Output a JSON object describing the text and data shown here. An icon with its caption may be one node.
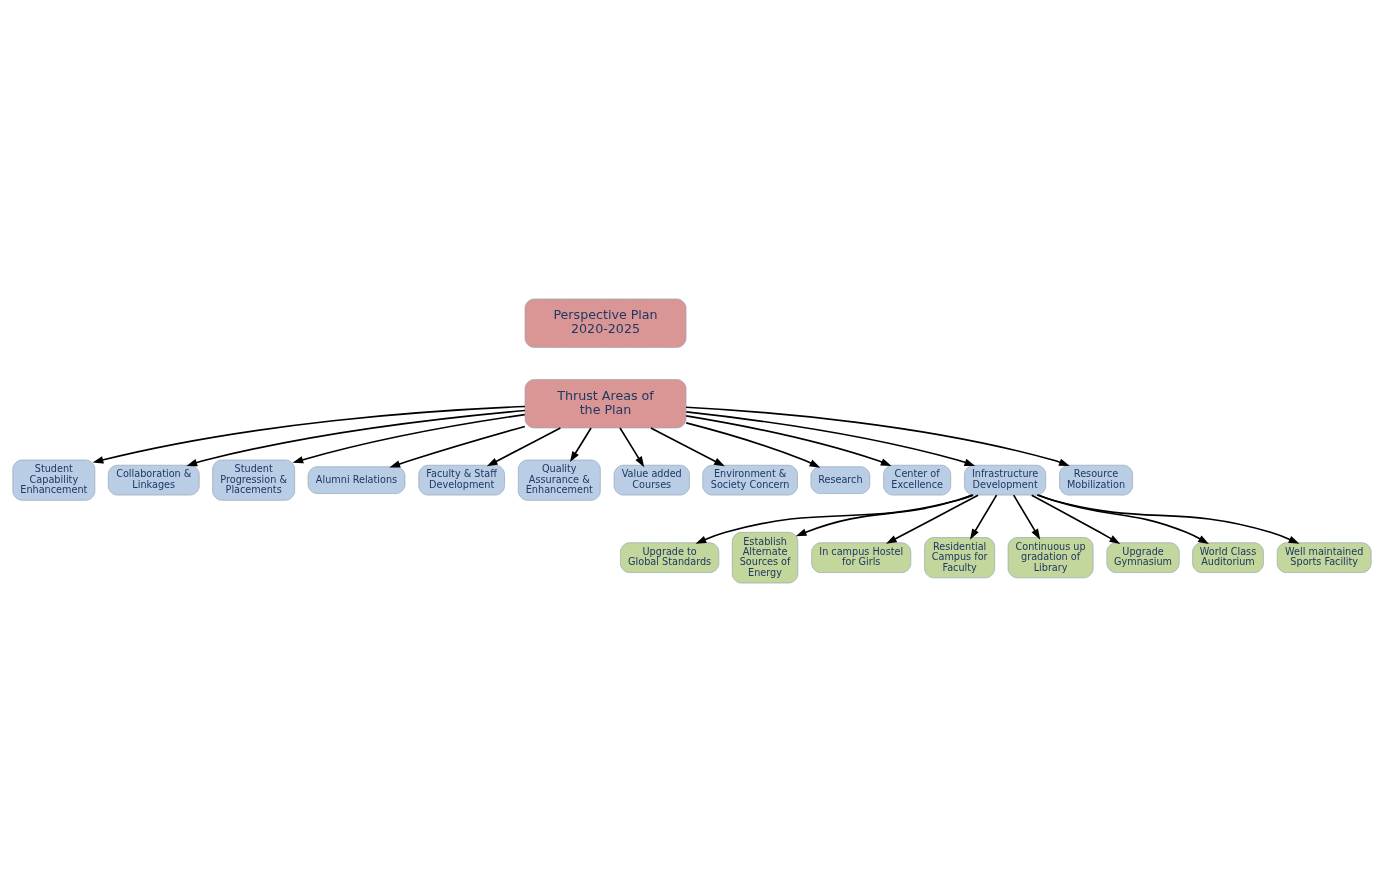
{
  "diagram": {
    "nodes": [
      {
        "text": [
          "Perspective Plan 2020-2025"
        ]
      },
      {
        "text": [
          "Thrust Areas of the Plan"
        ]
      },
      {
        "text": [
          "Student Capability Enhancement"
        ]
      },
      {
        "text": [
          "Collaboration & Linkages"
        ]
      },
      {
        "text": [
          "Student Progression & Placements"
        ]
      },
      {
        "text": [
          "Alumni Relations"
        ]
      },
      {
        "text": [
          "Faculty & Staff Development"
        ]
      },
      {
        "text": [
          "Quality Assurance & Enhancement"
        ]
      },
      {
        "text": [
          "Value added Courses"
        ]
      },
      {
        "text": [
          "Environment & Society Concern"
        ]
      },
      {
        "text": [
          "Research"
        ]
      },
      {
        "text": [
          "Center of Excellence"
        ]
      },
      {
        "text": [
          "Infrastructure Development"
        ]
      },
      {
        "text": [
          "Resource Mobilization"
        ]
      },
      {
        "text": [
          "Upgrade to Global Standards"
        ]
      },
      {
        "text": [
          "Establish Alternate Sources of Energy"
        ]
      },
      {
        "text": [
          "In campus Hostel for Girls"
        ]
      },
      {
        "text": [
          "Residential Campus for Faculty"
        ]
      },
      {
        "text": [
          "Continuous up gradation of Library"
        ]
      },
      {
        "text": [
          "Upgrade Gymnasium"
        ]
      },
      {
        "text": [
          "World Class Auditorium"
        ]
      },
      {
        "text": [
          "Well maintained Sports Facility"
        ]
      }
    ],
    "edges": [
      {
        "from": 1,
        "to": 2,
        "arrow": "to"
      },
      {
        "from": 1,
        "to": 3,
        "arrow": "to"
      },
      {
        "from": 1,
        "to": 4,
        "arrow": "to"
      },
      {
        "from": 1,
        "to": 5,
        "arrow": "to"
      },
      {
        "from": 1,
        "to": 6,
        "arrow": "to"
      },
      {
        "from": 1,
        "to": 7,
        "arrow": "to"
      },
      {
        "from": 1,
        "to": 8,
        "arrow": "to"
      },
      {
        "from": 1,
        "to": 9,
        "arrow": "to"
      },
      {
        "from": 1,
        "to": 10,
        "arrow": "to"
      },
      {
        "from": 1,
        "to": 11,
        "arrow": "to"
      },
      {
        "from": 1,
        "to": 12,
        "arrow": "to"
      },
      {
        "from": 1,
        "to": 13,
        "arrow": "to"
      },
      {
        "from": 12,
        "to": 14,
        "arrow": "to"
      },
      {
        "from": 12,
        "to": 15,
        "arrow": "to"
      },
      {
        "from": 12,
        "to": 16,
        "arrow": "to"
      },
      {
        "from": 12,
        "to": 17,
        "arrow": "to"
      },
      {
        "from": 12,
        "to": 18,
        "arrow": "to"
      },
      {
        "from": 12,
        "to": 19,
        "arrow": "to"
      },
      {
        "from": 12,
        "to": 20,
        "arrow": "to"
      },
      {
        "from": 12,
        "to": 21,
        "arrow": "to"
      }
    ]
  }
}
